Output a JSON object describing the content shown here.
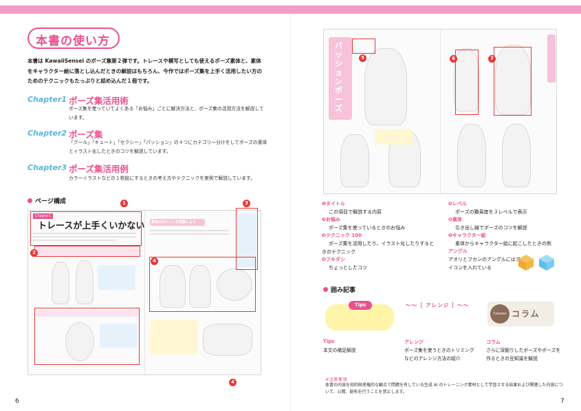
{
  "title": "本書の使い方",
  "intro": "本書は KawaiiSensei のポーズ集第２弾です。トレースや模写としても使えるポーズ素体と、素体をキャラクター絵に落とし込んだときの解説はもちろん、今作ではポーズ集を上手く活用したい方のためのテクニックもたっぷりと詰め込んだ１冊です。",
  "chapters": [
    {
      "label": "Chapter1",
      "title": "ポーズ集活用術",
      "desc": "ポーズ集を使っていてよくある「お悩み」ごとに解決方法と、ポーズ集の活用方法を解説しています。"
    },
    {
      "label": "Chapter2",
      "title": "ポーズ集",
      "desc": "「クール」「キュート」「セクシー」「パッション」の４つにカテゴリー分けをしてポーズの素体とイラスト化したときのコツを解説しています。"
    },
    {
      "label": "Chapter3",
      "title": "ポーズ集活用例",
      "desc": "カラーイラストなどの１枚絵にするときの考え方やテクニックを実例で解説しています。"
    }
  ],
  "page_structure_heading": "ページ構成",
  "left_sample": {
    "tag": "Chapter1",
    "title": "トレースが上手くいかない",
    "subhead": "素体のポイントを把握しよう",
    "callouts": [
      "1",
      "2",
      "3",
      "4",
      "4"
    ]
  },
  "right_sample": {
    "vertical_title": "パッションポーズ",
    "callouts": [
      "5",
      "6",
      "7"
    ]
  },
  "legend": [
    {
      "num": "❶",
      "head": "タイトル",
      "desc": "この項目で解説する内容"
    },
    {
      "num": "❷",
      "head": "お悩み",
      "desc": "ポーズ集を使っているときのお悩み"
    },
    {
      "num": "❸",
      "head": "テクニック 100",
      "desc": "ポーズ集を活用したり、イラスト化したりするときのテクニック"
    },
    {
      "num": "❹",
      "head": "フキダシ",
      "desc": "ちょっとしたコツ"
    },
    {
      "num": "❺",
      "head": "レベル",
      "desc": "ポーズの難易度を３レベルで表示"
    },
    {
      "num": "❻",
      "head": "素体",
      "desc": "引き出し線でポーズのコツを解説"
    },
    {
      "num": "❼",
      "head": "キャラクター絵",
      "desc": "素体からキャラクター絵に起こしたときの例"
    },
    {
      "num": "",
      "head": "アングル",
      "desc": "アオリとフカンのアングルにはアイコンを入れている"
    }
  ],
  "boxes_heading": "囲み記事",
  "tips_tag": "Tips",
  "arrange_head": "〜〜［ アレンジ ］〜〜",
  "column_circle": "Column",
  "column_title": "コラム",
  "boxes": [
    {
      "label": "Tips",
      "desc": "本文の補足解説"
    },
    {
      "label": "アレンジ",
      "desc": "ポーズ集を使うときのトリミングなどのアレンジ方法の紹介"
    },
    {
      "label": "コラム",
      "desc": "さらに深掘りしたポーズやポーズを作るときの豆知識を解説"
    }
  ],
  "note_head": "※注意事項",
  "note_body": "本書の内容を知的財産権的な観点で問題を有している生成 AI のトレーニング素材として学習させる結果および関連した内容について、公開、配布を行うことを禁止します。",
  "page_left": "6",
  "page_right": "7",
  "colors": {
    "accent_pink": "#e8528f",
    "accent_blue": "#5cb3e0",
    "callout_red": "#e53838",
    "top_bar": "#f29ec4"
  }
}
